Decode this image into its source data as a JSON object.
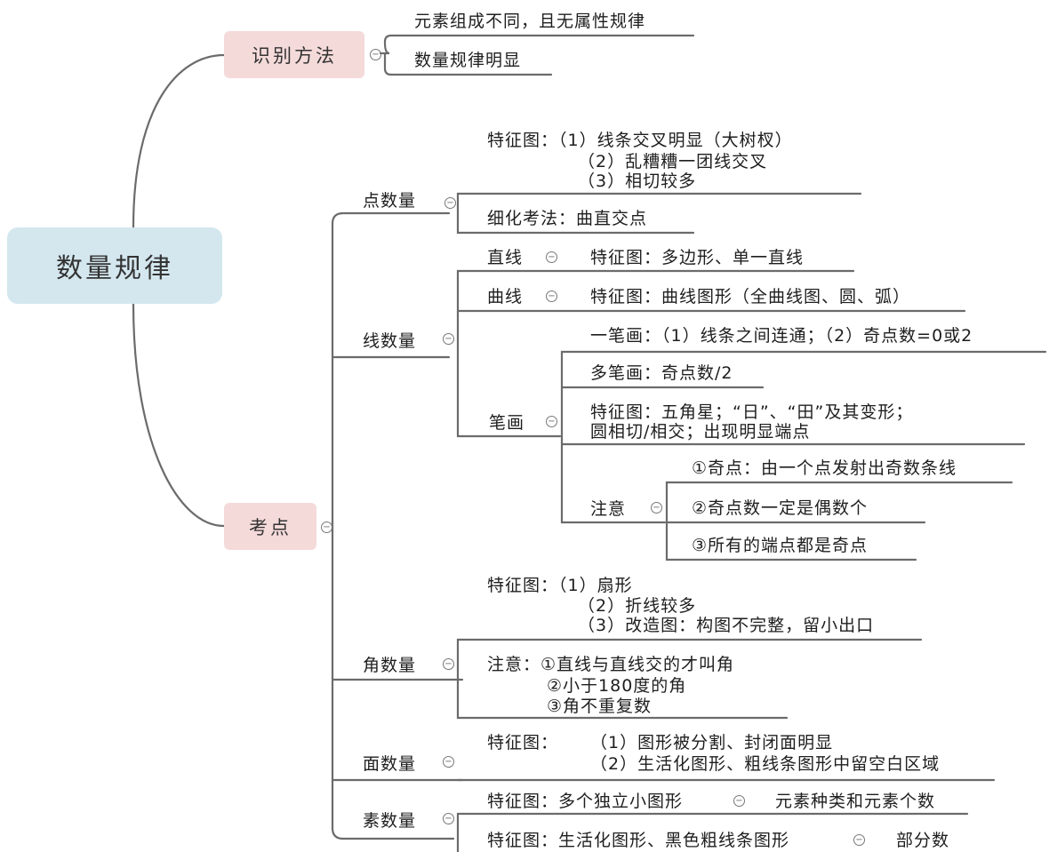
{
  "root": {
    "label": "数量规律"
  },
  "identify": {
    "label": "识别方法",
    "items": [
      "元素组成不同，且无属性规律",
      "数量规律明显"
    ]
  },
  "exam": {
    "label": "考点",
    "point": {
      "label": "点数量",
      "feature": [
        "特征图：（1）线条交叉明显（大树杈）",
        "（2）乱糟糟一团线交叉",
        "（3）相切较多"
      ],
      "method": "细化考法：曲直交点"
    },
    "line": {
      "label": "线数量",
      "straight": {
        "label": "直线",
        "feature": "特征图：多边形、单一直线"
      },
      "curve": {
        "label": "曲线",
        "feature": "特征图：曲线图形（全曲线图、圆、弧）"
      },
      "stroke": {
        "label": "笔画",
        "one": "一笔画：（1）线条之间连通；（2）奇点数=0或2",
        "multi": "多笔画：奇点数/2",
        "feature": [
          "特征图：五角星；“日”、“田”及其变形；",
          "圆相切/相交；出现明显端点"
        ],
        "note": {
          "label": "注意",
          "items": [
            "①奇点：由一个点发射出奇数条线",
            "②奇点数一定是偶数个",
            "③所有的端点都是奇点"
          ]
        }
      }
    },
    "angle": {
      "label": "角数量",
      "feature": [
        "特征图：（1）扇形",
        "（2）折线较多",
        "（3）改造图：构图不完整，留小出口"
      ],
      "note": [
        "注意：①直线与直线交的才叫角",
        "②小于180度的角",
        "③角不重复数"
      ]
    },
    "face": {
      "label": "面数量",
      "feature_label": "特征图：",
      "feature": [
        "（1）图形被分割、封闭面明显",
        "（2）生活化图形、粗线条图形中留空白区域"
      ]
    },
    "element": {
      "label": "素数量",
      "rows": [
        {
          "feature": "特征图：多个独立小图形",
          "result": "元素种类和元素个数"
        },
        {
          "feature": "特征图：生活化图形、黑色粗线条图形",
          "result": "部分数"
        }
      ]
    }
  },
  "toggle_glyph": "−"
}
